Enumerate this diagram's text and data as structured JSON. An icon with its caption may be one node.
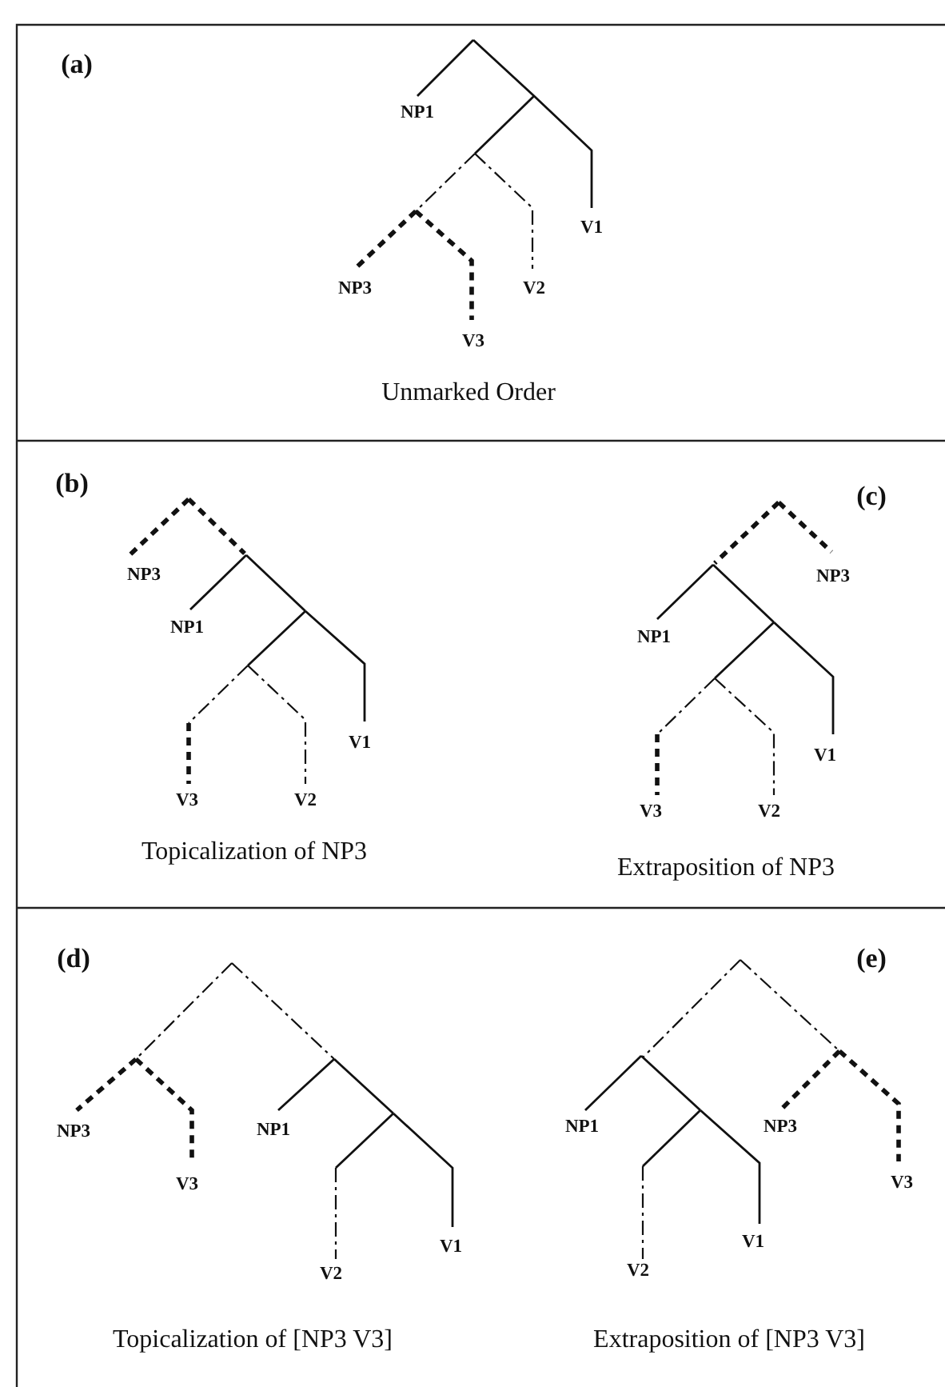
{
  "diagram": {
    "labels": [
      "(a)",
      "NP1",
      "V1",
      "NP3",
      "V2",
      "V3",
      "Unmarked Order",
      "(b)",
      "NP3",
      "NP1",
      "V1",
      "V3",
      "V2",
      "Topicalization of NP3",
      "(c)",
      "NP3",
      "NP1",
      "V1",
      "V3",
      "V2",
      "Extraposition of NP3",
      "(d)",
      "NP3",
      "V3",
      "NP1",
      "V1",
      "V2",
      "Topicalization of [NP3 V3]",
      "(e)",
      "NP1",
      "NP3",
      "V1",
      "V3",
      "V2",
      "Extraposition of [NP3 V3]"
    ]
  }
}
